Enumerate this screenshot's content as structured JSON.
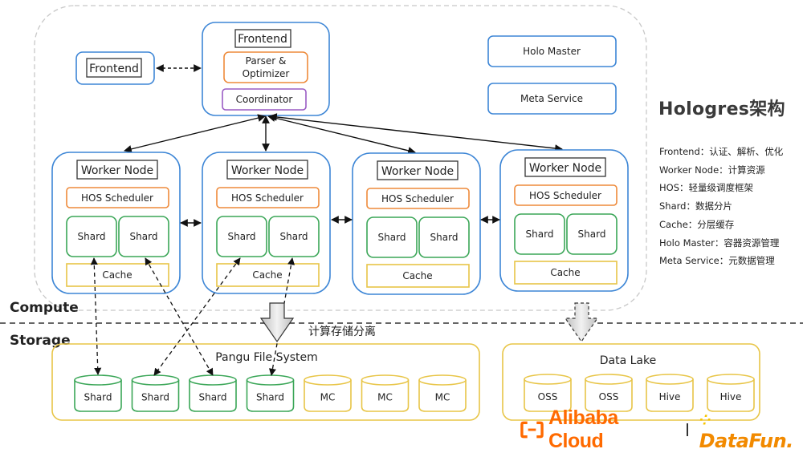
{
  "title": "Hologres架构",
  "compute": {
    "region_label": "Compute",
    "frontend_small": {
      "label": "Frontend"
    },
    "frontend_main": {
      "label": "Frontend",
      "parser": "Parser &",
      "parser_line2": "Optimizer",
      "coordinator": "Coordinator"
    },
    "holo_master": "Holo Master",
    "meta_service": "Meta Service",
    "worker_nodes": [
      {
        "label": "Worker Node",
        "scheduler": "HOS Scheduler",
        "shards": [
          "Shard",
          "Shard"
        ],
        "cache": "Cache"
      },
      {
        "label": "Worker Node",
        "scheduler": "HOS Scheduler",
        "shards": [
          "Shard",
          "Shard"
        ],
        "cache": "Cache"
      },
      {
        "label": "Worker Node",
        "scheduler": "HOS Scheduler",
        "shards": [
          "Shard",
          "Shard"
        ],
        "cache": "Cache"
      },
      {
        "label": "Worker Node",
        "scheduler": "HOS Scheduler",
        "shards": [
          "Shard",
          "Shard"
        ],
        "cache": "Cache"
      }
    ]
  },
  "separation_label": "计算存储分离",
  "storage": {
    "region_label": "Storage",
    "pangu": {
      "label": "Pangu File System",
      "cylinders": [
        "Shard",
        "Shard",
        "Shard",
        "Shard",
        "MC",
        "MC",
        "MC"
      ]
    },
    "data_lake": {
      "label": "Data Lake",
      "cylinders": [
        "OSS",
        "OSS",
        "Hive",
        "Hive"
      ]
    }
  },
  "legend": [
    "Frontend：认证、解析、优化",
    "Worker Node：计算资源",
    "HOS：轻量级调度框架",
    "Shard：数据分片",
    "Cache：分层缓存",
    "Holo Master：容器资源管理",
    "Meta Service：元数据管理"
  ],
  "logos": {
    "alibaba": "Alibaba Cloud",
    "datafun": "DataFun."
  },
  "colors": {
    "node_blue": "#3d86d6",
    "scheduler_orange": "#ee8a3a",
    "shard_green": "#3aa657",
    "cache_yellow": "#e8c547",
    "coordinator_purple": "#9a5bc4",
    "region_dash": "#c8c8c8",
    "alibaba_orange": "#ff6a00"
  }
}
